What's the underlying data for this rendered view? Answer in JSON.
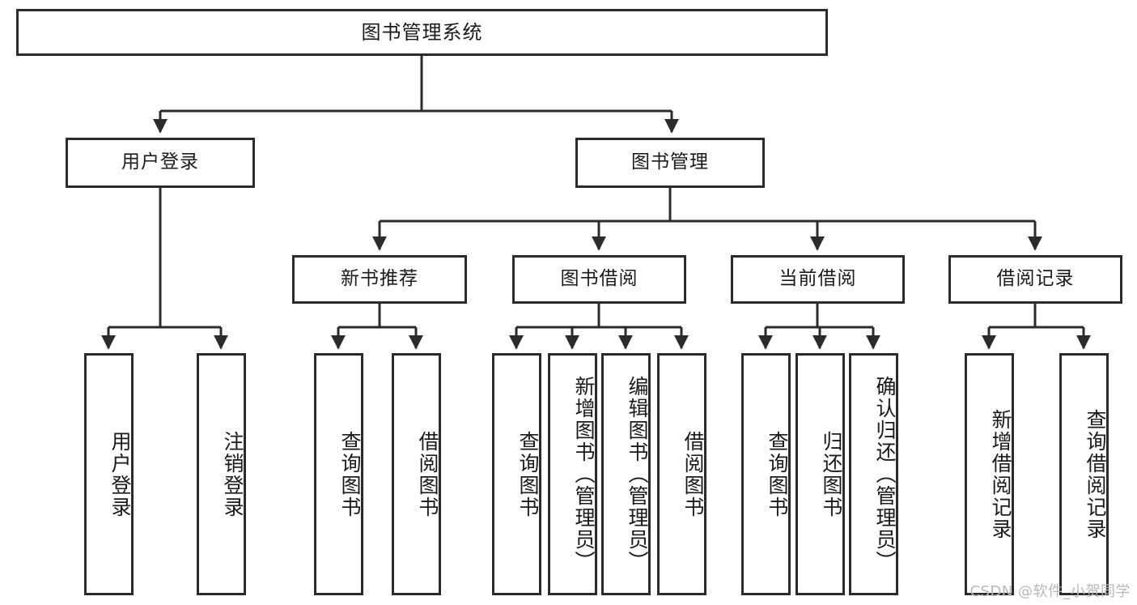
{
  "diagram": {
    "title": "图书管理系统",
    "type": "tree-hierarchy-chart",
    "colors": {
      "box_border": "#2b2b2b",
      "box_fill": "#ffffff",
      "edge": "#2b2b2b",
      "text": "#1a1a1a",
      "watermark": "#b9b9b9",
      "background": "#ffffff"
    }
  },
  "nodes": {
    "root": {
      "label": "图书管理系统"
    },
    "level2": [
      {
        "id": "user-login",
        "label": "用户登录"
      },
      {
        "id": "book-manage",
        "label": "图书管理"
      }
    ],
    "level3": [
      {
        "id": "new-book-recommend",
        "label": "新书推荐"
      },
      {
        "id": "book-borrow",
        "label": "图书借阅"
      },
      {
        "id": "current-borrow",
        "label": "当前借阅"
      },
      {
        "id": "borrow-record",
        "label": "借阅记录"
      }
    ],
    "leaves": [
      {
        "id": "leaf-user-login",
        "label": "用户登录",
        "parent": "user-login"
      },
      {
        "id": "leaf-logout-login",
        "label": "注销登录",
        "parent": "user-login"
      },
      {
        "id": "leaf-query-book-1",
        "label": "查询图书",
        "parent": "new-book-recommend"
      },
      {
        "id": "leaf-borrow-book-1",
        "label": "借阅图书",
        "parent": "new-book-recommend"
      },
      {
        "id": "leaf-query-book-2",
        "label": "查询图书",
        "parent": "book-borrow"
      },
      {
        "id": "leaf-add-book",
        "label": "新增图书（管理员）",
        "parent": "book-borrow"
      },
      {
        "id": "leaf-edit-book",
        "label": "编辑图书（管理员）",
        "parent": "book-borrow"
      },
      {
        "id": "leaf-borrow-book-2",
        "label": "借阅图书",
        "parent": "book-borrow"
      },
      {
        "id": "leaf-query-book-3",
        "label": "查询图书",
        "parent": "current-borrow"
      },
      {
        "id": "leaf-return-book",
        "label": "归还图书",
        "parent": "current-borrow"
      },
      {
        "id": "leaf-confirm-return",
        "label": "确认归还（管理员）",
        "parent": "current-borrow"
      },
      {
        "id": "leaf-add-record",
        "label": "新增借阅记录",
        "parent": "borrow-record"
      },
      {
        "id": "leaf-query-record",
        "label": "查询借阅记录",
        "parent": "borrow-record"
      }
    ]
  },
  "watermark": {
    "text": "CSDN @软件_小贺同学"
  }
}
